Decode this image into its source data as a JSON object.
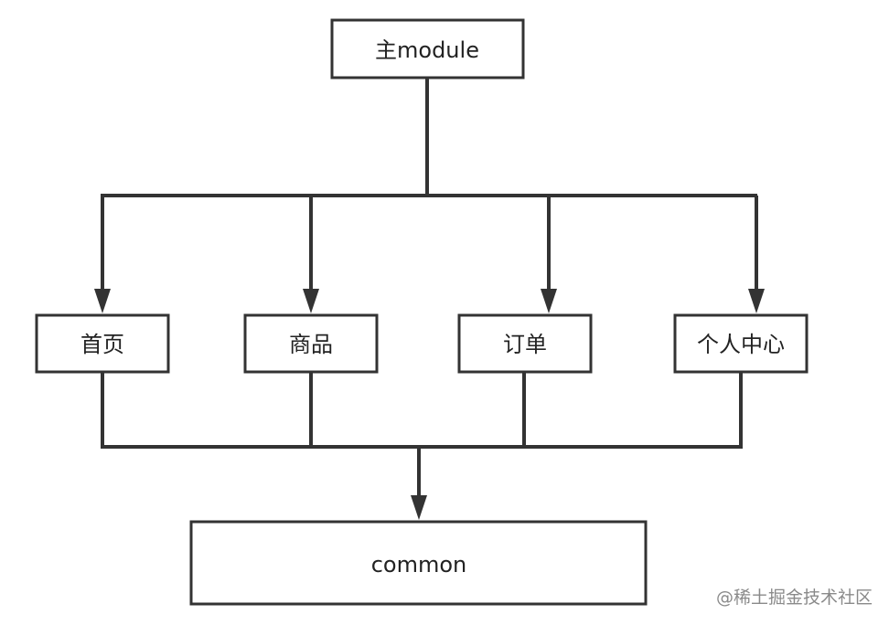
{
  "nodes": {
    "main": {
      "label": "主module"
    },
    "home": {
      "label": "首页"
    },
    "goods": {
      "label": "商品"
    },
    "order": {
      "label": "订单"
    },
    "profile": {
      "label": "个人中心"
    },
    "common": {
      "label": "common"
    }
  },
  "watermark": "@稀土掘金技术社区",
  "colors": {
    "stroke": "#333333",
    "text": "#222222",
    "background": "#ffffff",
    "watermark": "#8a8a8a"
  }
}
